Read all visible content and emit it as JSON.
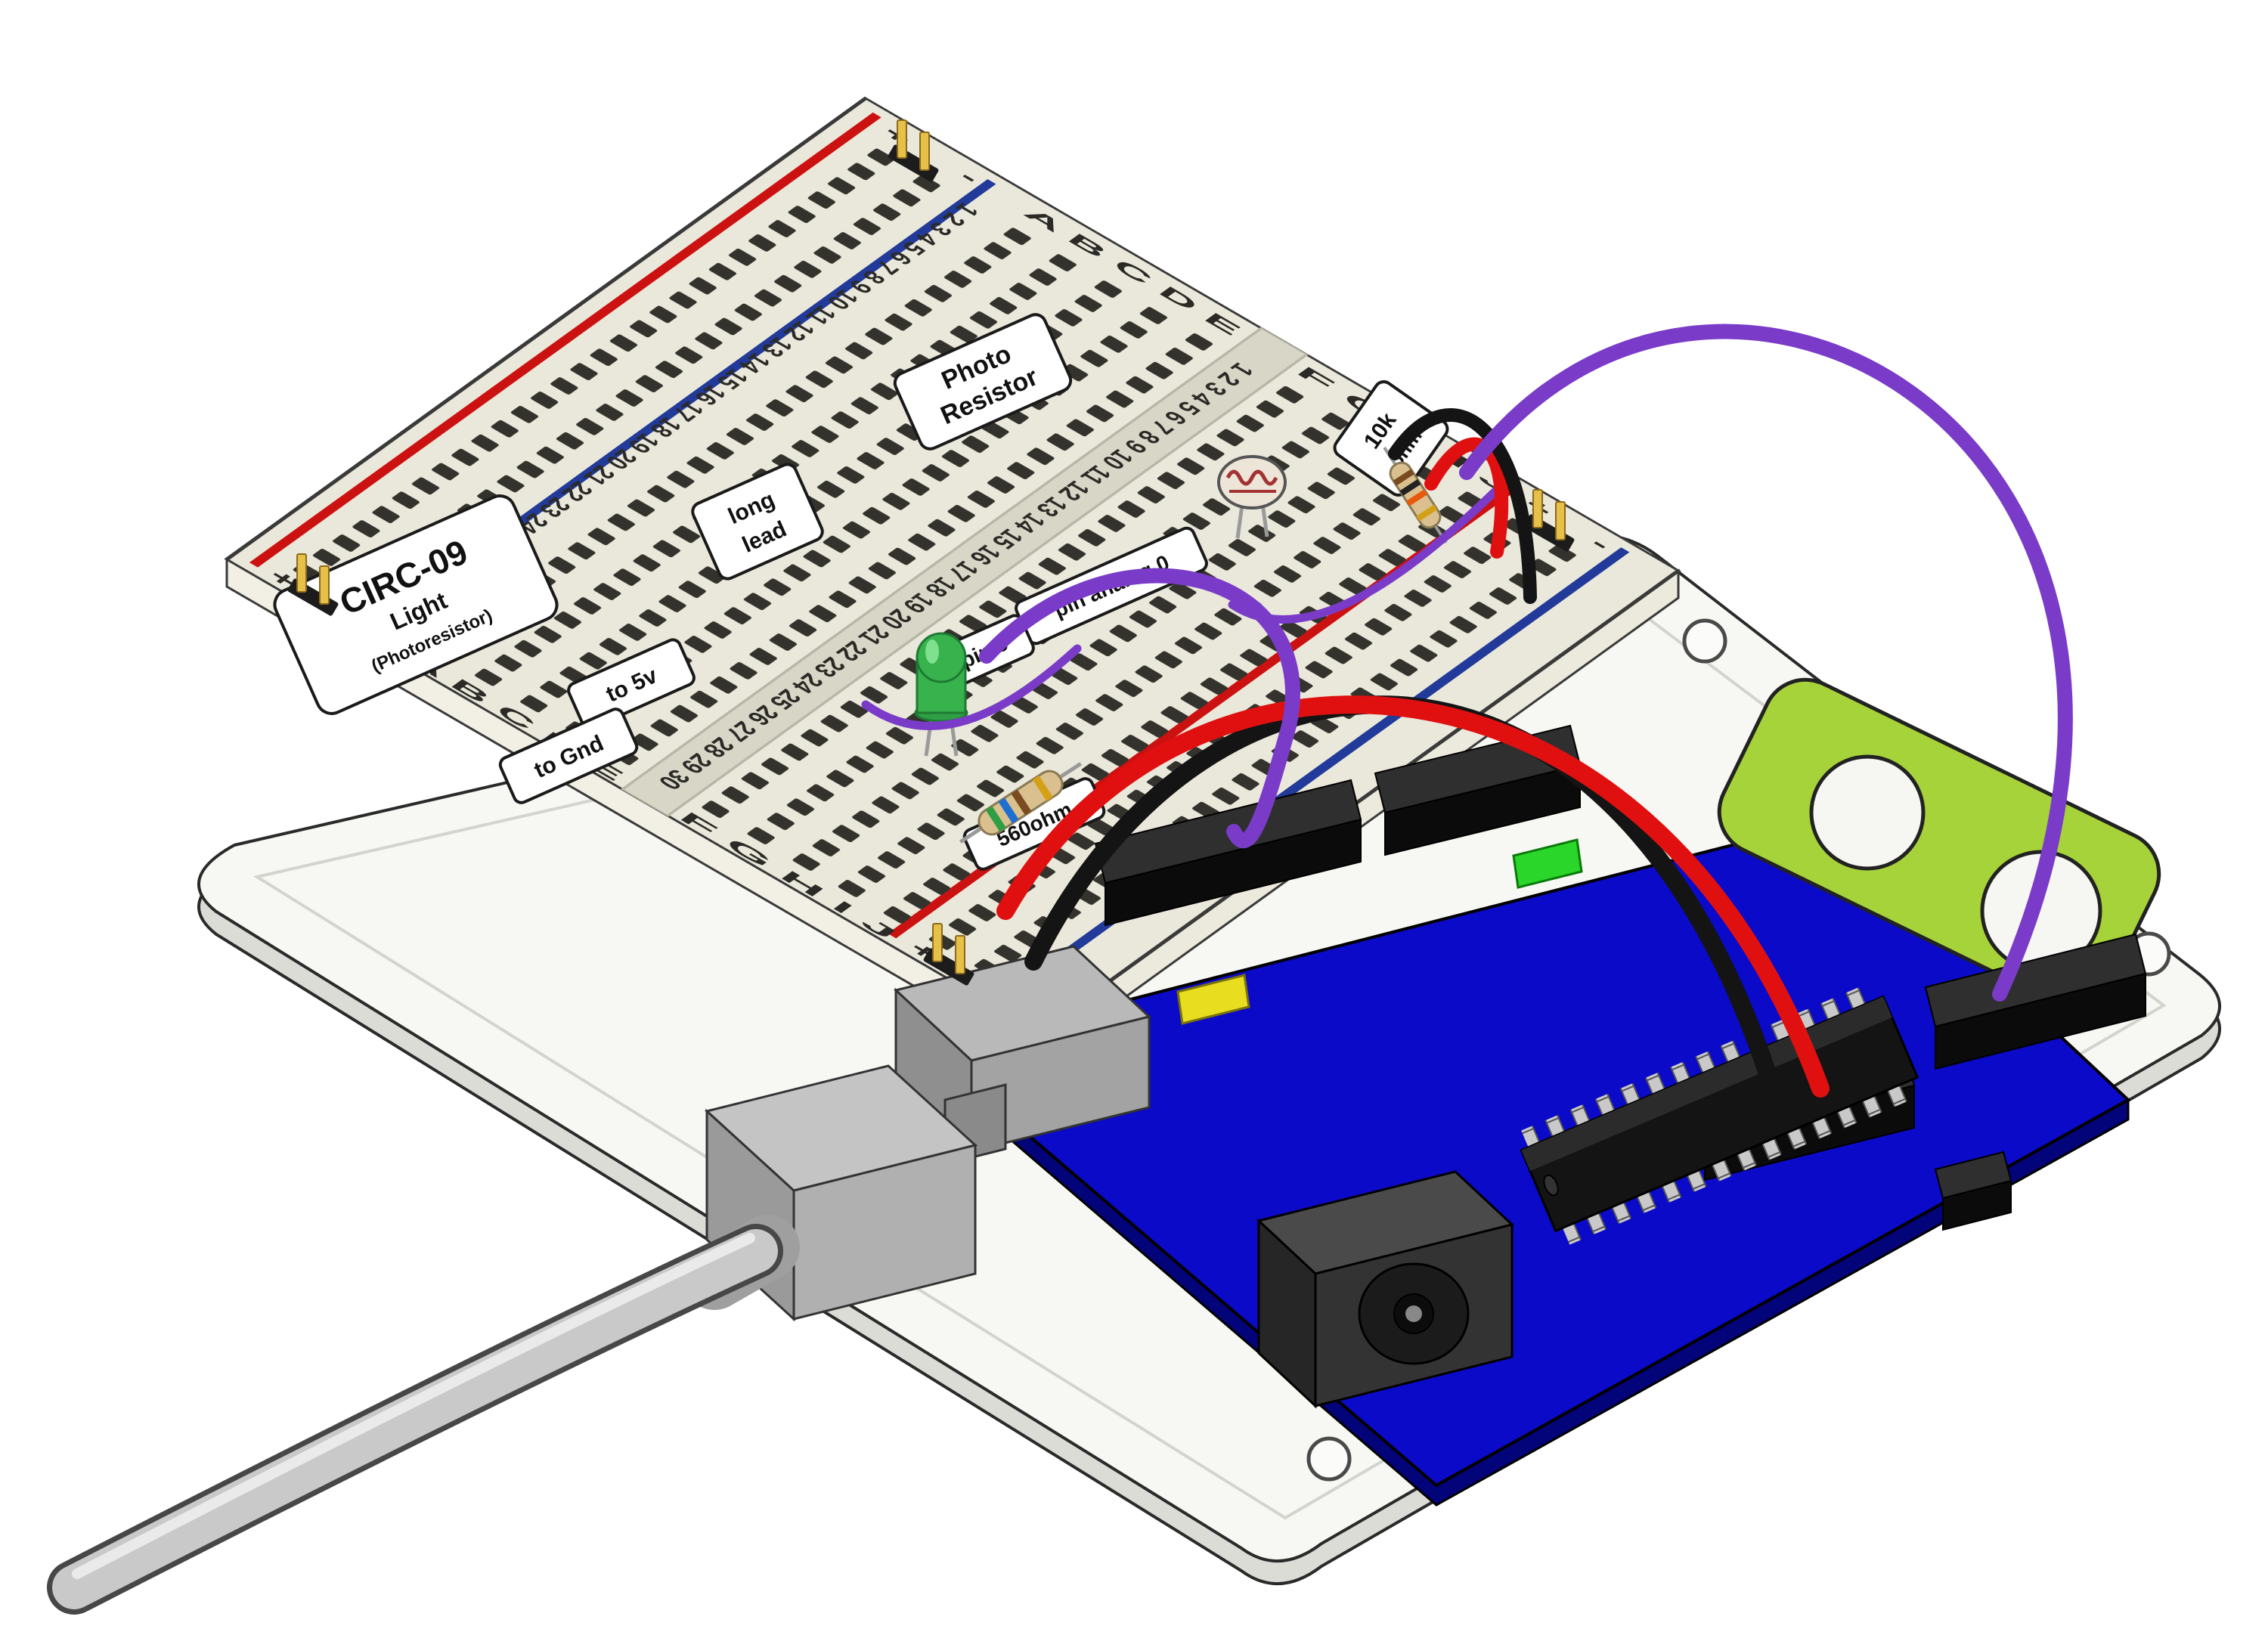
{
  "breadboard": {
    "column_labels_left": "A B C D E",
    "column_labels_right": "F G H I J",
    "row_numbers": "1 2 3 4 5 6 7 8 9 10 11 12 13 14 15 16 17 18 19 20 21 22 23 24 25 26 27 28 29 30",
    "rail_plus": "+",
    "rail_minus": "-",
    "stickers": {
      "circ": {
        "line1": "CIRC-09",
        "line2": "Light",
        "line3": "(Photoresistor)"
      },
      "photo_resistor": {
        "line1": "Photo",
        "line2": "Resistor"
      },
      "long_lead": {
        "line1": "long",
        "line2": "lead"
      },
      "to_5v": {
        "label": "to 5v"
      },
      "to_gnd": {
        "label": "to Gnd"
      },
      "pin_analog_0": {
        "label": "pin analog 0"
      },
      "pin_9": {
        "label": "pin 9"
      },
      "r560": {
        "label": "560ohm"
      },
      "r10k": {
        "line1": "10k",
        "line2": "ohm"
      }
    }
  },
  "colors": {
    "plate": "#f7f7f3",
    "breadboard": "#eae8da",
    "arduino_blue": "#0a0ac8",
    "bracket_green": "#a6d23a",
    "wire_red": "#e01010",
    "wire_black": "#141414",
    "wire_purple": "#7a3cc8",
    "led_green": "#37b24d",
    "pin_gold": "#e7c04a",
    "usb_gray": "#c9c9c9"
  }
}
